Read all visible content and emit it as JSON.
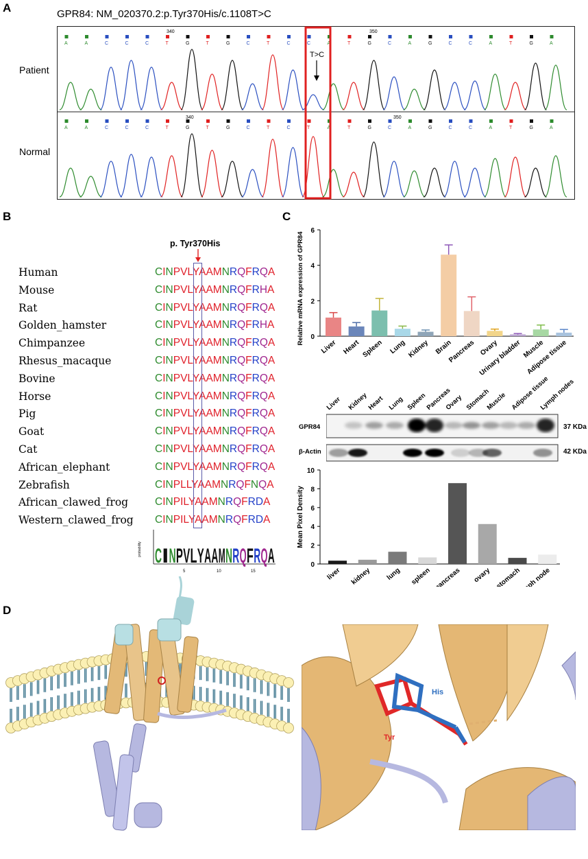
{
  "panelA": {
    "letter": "A",
    "title": "GPR84: NM_020370.2:p.Tyr370His/c.1108T>C",
    "row_labels": [
      "Patient",
      "Normal"
    ],
    "patient_bases": [
      "A",
      "A",
      "C",
      "C",
      "C",
      "T",
      "G",
      "T",
      "G",
      "C",
      "T",
      "C",
      "C",
      "A",
      "T",
      "G",
      "C",
      "A",
      "G",
      "C",
      "C",
      "A",
      "T",
      "G",
      "A"
    ],
    "normal_bases": [
      "A",
      "A",
      "C",
      "C",
      "C",
      "T",
      "G",
      "T",
      "G",
      "C",
      "T",
      "C",
      "T",
      "A",
      "T",
      "G",
      "C",
      "A",
      "G",
      "C",
      "C",
      "A",
      "T",
      "G",
      "A"
    ],
    "positions": [
      "340",
      "350"
    ],
    "mutation_label": "T>C"
  },
  "panelB": {
    "letter": "B",
    "marker": "p. Tyr370His",
    "species": [
      "Human",
      "Mouse",
      "Rat",
      "Golden_hamster",
      "Chimpanzee",
      "Rhesus_macaque",
      "Bovine",
      "Horse",
      "Pig",
      "Goat",
      "Cat",
      "African_elephant",
      "Zebrafish",
      "African_clawed_frog",
      "Western_clawed_frog"
    ],
    "sequences": [
      "CINPVLYAAMNRQFRQA",
      "CINPVLYAAMNRQFRHA",
      "CINPVLYAAMNRQFRQA",
      "CINPVLYAAMNRQFRHA",
      "CINPVLYAAMNRQFRQA",
      "CINPVLYAAMNRQFRQA",
      "CINPVLYAAMNRQFRQA",
      "CINPVLYAAMNRQFRQA",
      "CINPVLYAAMNRQFRQA",
      "CINPVLYAAMNRQFRQA",
      "CINPVLYAAMNRQFRQA",
      "CINPVLYAAMNRQFRQA",
      "CINPLLYAAMNRQFNQA",
      "CINPILYAAMNRQFRDA",
      "CINPILYAAMNRQFRDA"
    ],
    "logo_text": "CINPVLYAAMNRQFRQA",
    "logo_ylabel": "probability",
    "logo_ticks": [
      "5",
      "10",
      "15"
    ]
  },
  "panelC": {
    "letter": "C",
    "blot_columns": [
      "Liver",
      "Kidney",
      "Heart",
      "Lung",
      "Spleen",
      "Pancreas",
      "Ovary",
      "Stomach",
      "Muscle",
      "Adipose tissue",
      "Lymph nodes"
    ],
    "blot_rows": [
      "GPR84",
      "β-Actin"
    ],
    "blot_sizes": [
      "37 KDa",
      "42 KDa"
    ]
  },
  "panelD": {
    "letter": "D",
    "labels": [
      "His",
      "Tyr"
    ]
  },
  "chart_data": [
    {
      "type": "bar",
      "categories": [
        "Liver",
        "Heart",
        "Spleen",
        "Lung",
        "Kidney",
        "Brain",
        "Pancreas",
        "Ovary",
        "Urinary bladder",
        "Muscle",
        "Adipose tissue"
      ],
      "values": [
        1.05,
        0.55,
        1.45,
        0.42,
        0.25,
        4.6,
        1.42,
        0.3,
        0.1,
        0.38,
        0.2
      ],
      "errors": [
        0.28,
        0.22,
        0.68,
        0.15,
        0.1,
        0.55,
        0.8,
        0.1,
        0.05,
        0.25,
        0.18
      ],
      "colors": [
        "#e98585",
        "#6b86ba",
        "#7cbfae",
        "#a9d8e8",
        "#8fa5b8",
        "#f4cda5",
        "#efd6c4",
        "#f2d58a",
        "#b9a3cf",
        "#a7d8a3",
        "#a9c3de"
      ],
      "error_colors": [
        "#d94646",
        "#4f6ea8",
        "#c2b43a",
        "#8bb84a",
        "#6a8fb0",
        "#8e58b8",
        "#e0626a",
        "#e0a21a",
        "#8e58b8",
        "#7fbc4a",
        "#5b86c8"
      ],
      "title": "",
      "xlabel": "",
      "ylabel": "Relative mRNA expression of GPR84",
      "ylim": [
        0,
        6
      ],
      "yticks": [
        0,
        2,
        4,
        6
      ]
    },
    {
      "type": "bar",
      "categories": [
        "liver",
        "kidney",
        "lung",
        "spleen",
        "pancreas",
        "ovary",
        "stomach",
        "lymph node"
      ],
      "values": [
        0.35,
        0.45,
        1.3,
        0.7,
        8.6,
        4.25,
        0.65,
        1.0
      ],
      "colors": [
        "#1a1a1a",
        "#9a9a9a",
        "#7a7a7a",
        "#d8d8d8",
        "#555555",
        "#a8a8a8",
        "#4a4a4a",
        "#ececec"
      ],
      "title": "",
      "xlabel": "",
      "ylabel": "Mean Pixel Density",
      "ylim": [
        0,
        10
      ],
      "yticks": [
        0,
        2,
        4,
        6,
        8,
        10
      ]
    }
  ]
}
